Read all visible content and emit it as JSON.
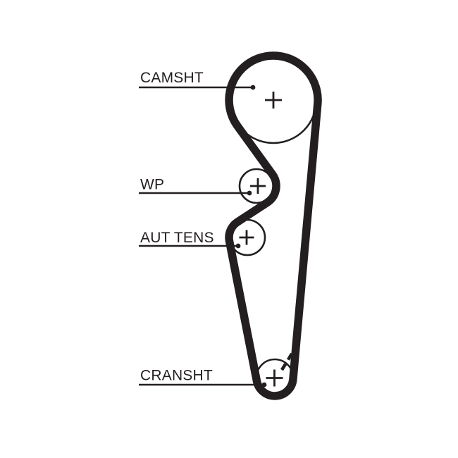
{
  "figure": {
    "type": "timing-belt-routing-diagram",
    "background_color": "#ffffff",
    "ink_color": "#231f20",
    "icons": {
      "pulley_center": "plus-cross",
      "crank_alignment": "dashed-diagonal-timing-mark",
      "leader_terminator": "filled-dot"
    },
    "pulleys": [
      {
        "id": "camsht",
        "label": "CAMSHT",
        "role": "camshaft sprocket"
      },
      {
        "id": "wp",
        "label": "WP",
        "role": "water pump"
      },
      {
        "id": "aut_tens",
        "label": "AUT TENS",
        "role": "automatic tensioner"
      },
      {
        "id": "cransht",
        "label": "CRANSHT",
        "role": "crankshaft sprocket"
      }
    ]
  }
}
